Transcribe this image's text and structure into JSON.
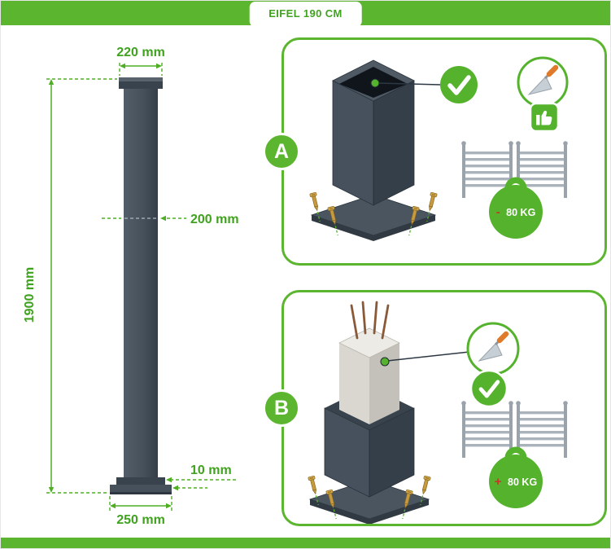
{
  "header": {
    "title": "EIFEL 190 CM"
  },
  "post": {
    "dim_top_width": "220 mm",
    "dim_height": "1900 mm",
    "dim_profile": "200 mm",
    "dim_base_thickness": "10 mm",
    "dim_base_width": "250 mm"
  },
  "panel_a": {
    "label": "A",
    "weight_sign": "-",
    "weight_value": "80 KG"
  },
  "panel_b": {
    "label": "B",
    "weight_sign": "+",
    "weight_value": "80 KG"
  },
  "icons": {
    "check-icon": "white checkmark in green circle",
    "trowel-icon": "masonry trowel in circle",
    "thumbs-up-icon": "white thumb-up in green square",
    "gate-icon": "double fence gate",
    "kettlebell-weight-icon": "green kettlebell weight badge",
    "screw-icon": "gold anchor screw with dashed guide line"
  },
  "colors": {
    "brand_green": "#55b22c",
    "sign_red": "#c9362a",
    "post_anthracite": "#47515c",
    "post_dark": "#353f49",
    "concrete_gray": "#d9d7cf",
    "rebar_brown": "#8a5a38",
    "screw_gold": "#c79a3e",
    "gate_gray": "#9aa3ab"
  }
}
